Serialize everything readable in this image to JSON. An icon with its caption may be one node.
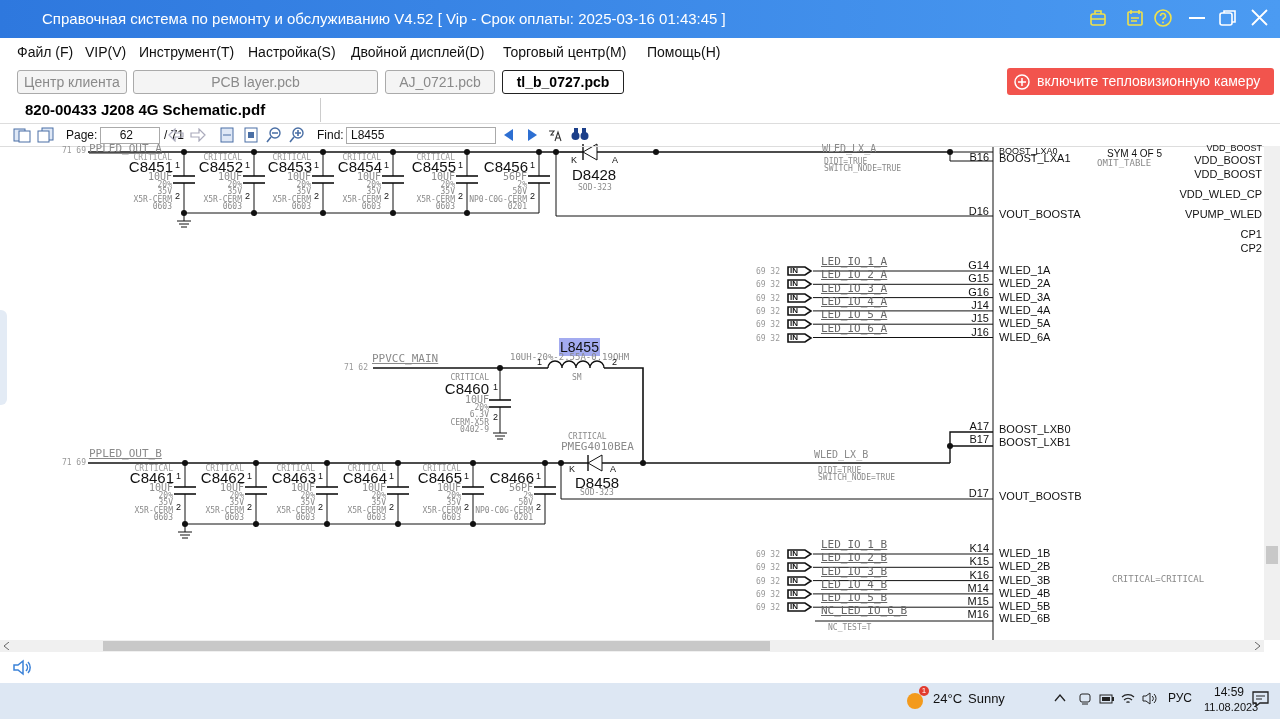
{
  "diagram": {
    "labels": [
      "Справочная система по ремонту и обслуживанию V4.52 [ Vip - Срок оплаты: 2025-03-16 01:43:45 ]",
      "Файл (F)",
      "VIP(V)",
      "Инструмент(T)",
      "Настройка(S)",
      "Двойной дисплей(D)",
      "Торговый центр(M)",
      "Помощь(H)",
      "Центр клиента",
      "PCB layer.pcb",
      "AJ_0721.pcb",
      "tl_b_0727.pcb",
      "включите тепловизионную камеру",
      "820-00433 J208 4G Schematic.pdf",
      "Page:",
      "62",
      "/ 71",
      "Find:",
      "L8455",
      "71 69",
      "PPLED_OUT_A",
      "CRITICAL",
      "C8451",
      "1",
      "10UF",
      "20% 35V X5R-CERM 0603",
      "2",
      "CRITICAL",
      "C8452",
      "1",
      "10UF",
      "20% 35V X5R-CERM 0603",
      "2",
      "CRITICAL",
      "C8453",
      "1",
      "10UF",
      "20% 35V X5R-CERM 0603",
      "2",
      "CRITICAL",
      "C8454",
      "1",
      "10UF",
      "20% 35V X5R-CERM 0603",
      "2",
      "CRITICAL",
      "C8455",
      "1",
      "10UF",
      "20% 35V X5R-CERM 0603",
      "2",
      "C8456",
      "1",
      "56PF",
      "2% 50V NP0-C0G-CERM 0201",
      "2",
      "K",
      "A",
      "D8428",
      "SOD-323",
      "WLED_LX_A",
      "DIDT=TRUE",
      "SWITCH_NODE=TRUE",
      "BOOST_LXA0",
      "B16",
      "BOOST_LXA1",
      "SYM 4 OF 5",
      "OMIT_TABLE",
      "VDD_BOOST",
      "VDD_BOOST",
      "VDD_BOOST",
      "VDD_WLED_CP",
      "VPUMP_WLED",
      "CP1",
      "CP2",
      "D16",
      "VOUT_BOOSTA",
      "69 32",
      "IN",
      "LED_IO_1_A",
      "G14",
      "WLED_1A",
      "69 32",
      "IN",
      "LED_IO_2_A",
      "G15",
      "WLED_2A",
      "69 32",
      "IN",
      "LED_IO_3_A",
      "G16",
      "WLED_3A",
      "69 32",
      "IN",
      "LED_IO_4_A",
      "J14",
      "WLED_4A",
      "69 32",
      "IN",
      "LED_IO_5_A",
      "J15",
      "WLED_5A",
      "69 32",
      "IN",
      "LED_IO_6_A",
      "J16",
      "WLED_6A",
      "L8455",
      "10UH-20%-2.55A-0.19OHM",
      "1",
      "2",
      "SM",
      "71 62",
      "PPVCC_MAIN",
      "CRITICAL",
      "C8460",
      "1",
      "10UF",
      "20% 6.3V CERM-X5R 0402-9",
      "2",
      "CRITICAL",
      "PMEG4010BEA",
      "K",
      "A",
      "D8458",
      "SOD-323",
      "71 69",
      "PPLED_OUT_B",
      "CRITICAL",
      "C8461",
      "1",
      "10UF",
      "20% 35V X5R-CERM 0603",
      "2",
      "CRITICAL",
      "C8462",
      "1",
      "10UF",
      "20% 35V X5R-CERM 0603",
      "2",
      "CRITICAL",
      "C8463",
      "1",
      "10UF",
      "20% 35V X5R-CERM 0603",
      "2",
      "CRITICAL",
      "C8464",
      "1",
      "10UF",
      "20% 35V X5R-CERM 0603",
      "2",
      "CRITICAL",
      "C8465",
      "1",
      "10UF",
      "20% 35V X5R-CERM 0603",
      "2",
      "C8466",
      "1",
      "56PF",
      "2% 50V NP0-C0G-CERM 0201",
      "2",
      "WLED_LX_B",
      "DIDT=TRUE",
      "SWITCH_NODE=TRUE",
      "A17",
      "BOOST_LXB0",
      "B17",
      "BOOST_LXB1",
      "D17",
      "VOUT_BOOSTB",
      "69 32",
      "IN",
      "LED_IO_1_B",
      "K14",
      "WLED_1B",
      "69 32",
      "IN",
      "LED_IO_2_B",
      "K15",
      "WLED_2B",
      "69 32",
      "IN",
      "LED_IO_3_B",
      "K16",
      "WLED_3B",
      "69 32",
      "IN",
      "LED_IO_4_B",
      "M14",
      "WLED_4B",
      "69 32",
      "IN",
      "LED_IO_5_B",
      "M15",
      "WLED_5B",
      "NC_LED_IO_6_B",
      "NC_TEST=T",
      "M16",
      "WLED_6B",
      "CRITICAL=CRITICAL",
      "1",
      "24°C",
      "Sunny",
      "РУС",
      "14:59",
      "11.08.2023"
    ]
  }
}
